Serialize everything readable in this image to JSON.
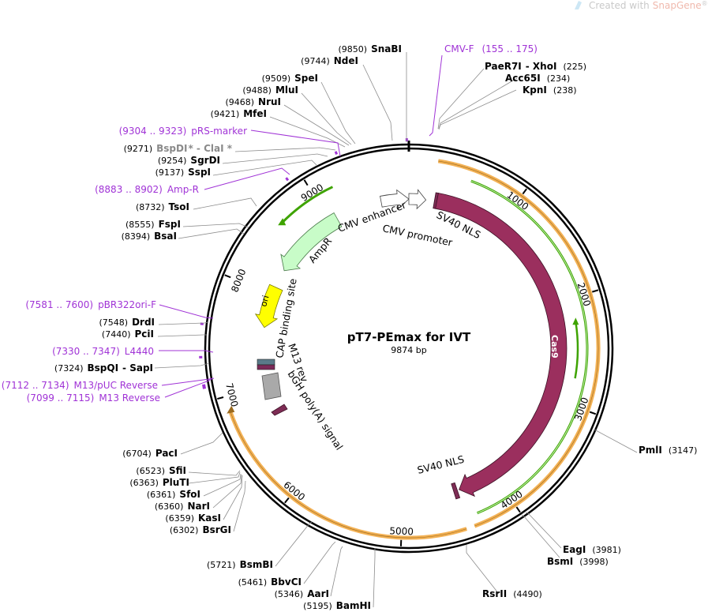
{
  "watermark": {
    "prefix": "Created with",
    "brand": "SnapGene",
    "reg": "®"
  },
  "plasmid": {
    "name": "pT7-PEmax for IVT",
    "length_bp": 9874,
    "length_label": "9874 bp"
  },
  "colors": {
    "backbone": "#000000",
    "orange_feature": "#f3b154",
    "green_feature": "#3ea300",
    "cas9": "#9b2f5e",
    "nls": "#7e2c55",
    "ampr": "#c8fcc8",
    "ori": "#ffff00",
    "promoter": "#ffffff",
    "bgh": "#a9a9a9",
    "primer": "#a033d6"
  },
  "ticks": [
    {
      "label": "1000",
      "bp": 1000
    },
    {
      "label": "2000",
      "bp": 2000
    },
    {
      "label": "3000",
      "bp": 3000
    },
    {
      "label": "4000",
      "bp": 4000
    },
    {
      "label": "5000",
      "bp": 5000
    },
    {
      "label": "6000",
      "bp": 6000
    },
    {
      "label": "7000",
      "bp": 7000
    },
    {
      "label": "8000",
      "bp": 8000
    },
    {
      "label": "9000",
      "bp": 9000
    }
  ],
  "features": [
    {
      "label": "Cas9",
      "kind": "cas9",
      "start": 290,
      "end": 4400,
      "direction": "cw"
    },
    {
      "label": "SV40 NLS",
      "kind": "nls",
      "start": 270,
      "end": 296,
      "direction": "cw"
    },
    {
      "label": "SV40 NLS",
      "kind": "nls",
      "start": 4420,
      "end": 4460,
      "direction": "cw"
    },
    {
      "label": "CMV enhancer",
      "kind": "promoter",
      "start": 9580,
      "end": 9874,
      "direction": "cw"
    },
    {
      "label": "CMV promoter",
      "kind": "promoter",
      "start": 0,
      "end": 180,
      "direction": "cw"
    },
    {
      "label": "AmpR",
      "kind": "ampr",
      "start": 8280,
      "end": 9080,
      "direction": "ccw"
    },
    {
      "label": "ori",
      "kind": "ori",
      "start": 7630,
      "end": 8080,
      "direction": "ccw"
    },
    {
      "label": "CAP binding site",
      "kind": "small",
      "start": 7395,
      "end": 7420,
      "direction": "cw"
    },
    {
      "label": "M13 rev",
      "kind": "small",
      "start": 7340,
      "end": 7360,
      "direction": "cw"
    },
    {
      "label": "bGH poly(A) signal",
      "kind": "bgh",
      "start": 7060,
      "end": 7240,
      "direction": "none"
    }
  ],
  "enzymes": [
    {
      "name": "SnaBI",
      "pos": "(9850)",
      "extra": ""
    },
    {
      "name": "NdeI",
      "pos": "(9744)",
      "extra": ""
    },
    {
      "name": "SpeI",
      "pos": "(9509)",
      "extra": ""
    },
    {
      "name": "MluI",
      "pos": "(9488)",
      "extra": ""
    },
    {
      "name": "NruI",
      "pos": "(9468)",
      "extra": ""
    },
    {
      "name": "MfeI",
      "pos": "(9421)",
      "extra": ""
    },
    {
      "name": "BspDI",
      "pos": "(9271)",
      "extra": "* - ClaI *"
    },
    {
      "name": "SgrDI",
      "pos": "(9254)",
      "extra": ""
    },
    {
      "name": "SspI",
      "pos": "(9137)",
      "extra": ""
    },
    {
      "name": "TsoI",
      "pos": "(8732)",
      "extra": ""
    },
    {
      "name": "FspI",
      "pos": "(8555)",
      "extra": ""
    },
    {
      "name": "BsaI",
      "pos": "(8394)",
      "extra": ""
    },
    {
      "name": "DrdI",
      "pos": "(7548)",
      "extra": ""
    },
    {
      "name": "PciI",
      "pos": "(7440)",
      "extra": ""
    },
    {
      "name": "BspQI",
      "pos": "(7324)",
      "extra": "- SapI"
    },
    {
      "name": "PacI",
      "pos": "(6704)",
      "extra": ""
    },
    {
      "name": "SfiI",
      "pos": "(6523)",
      "extra": ""
    },
    {
      "name": "PluTI",
      "pos": "(6363)",
      "extra": ""
    },
    {
      "name": "SfoI",
      "pos": "(6361)",
      "extra": ""
    },
    {
      "name": "NarI",
      "pos": "(6360)",
      "extra": ""
    },
    {
      "name": "KasI",
      "pos": "(6359)",
      "extra": ""
    },
    {
      "name": "BsrGI",
      "pos": "(6302)",
      "extra": ""
    },
    {
      "name": "BsmBI",
      "pos": "(5721)",
      "extra": ""
    },
    {
      "name": "BbvCI",
      "pos": "(5461)",
      "extra": ""
    },
    {
      "name": "AarI",
      "pos": "(5346)",
      "extra": ""
    },
    {
      "name": "BamHI",
      "pos": "(5195)",
      "extra": ""
    },
    {
      "name": "RsrII",
      "pos": "(4490)",
      "extra": ""
    },
    {
      "name": "BsmI",
      "pos": "(3998)",
      "extra": ""
    },
    {
      "name": "EagI",
      "pos": "(3981)",
      "extra": ""
    },
    {
      "name": "PmlI",
      "pos": "(3147)",
      "extra": ""
    },
    {
      "name": "KpnI",
      "pos": "(238)",
      "extra": ""
    },
    {
      "name": "Acc65I",
      "pos": "(234)",
      "extra": ""
    },
    {
      "name": "PaeR7I",
      "pos": "(225)",
      "extra": "- XhoI"
    }
  ],
  "primers": [
    {
      "name": "CMV-F",
      "range": "(155 .. 175)"
    },
    {
      "name": "pRS-marker",
      "range": "(9304 .. 9323)"
    },
    {
      "name": "Amp-R",
      "range": "(8883 .. 8902)"
    },
    {
      "name": "pBR322ori-F",
      "range": "(7581 .. 7600)"
    },
    {
      "name": "L4440",
      "range": "(7330 .. 7347)"
    },
    {
      "name": "M13/pUC Reverse",
      "range": "(7112 .. 7134)"
    },
    {
      "name": "M13 Reverse",
      "range": "(7099 .. 7115)"
    }
  ]
}
